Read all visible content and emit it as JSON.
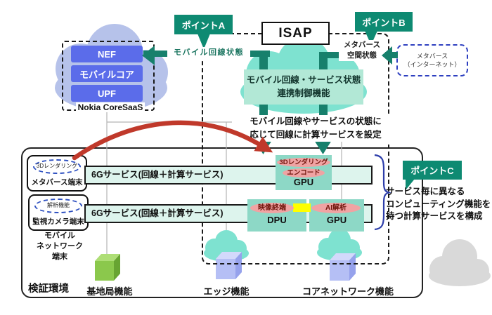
{
  "point_labels": {
    "a": "ポイントA",
    "b": "ポイントB",
    "c": "ポイントC"
  },
  "isap_label": "ISAP",
  "nokia_cloud": {
    "boxes": [
      "NEF",
      "モバイルコア",
      "UPF"
    ],
    "caption": "Nokia CoreSaaS"
  },
  "status_links": {
    "mobile_line": "モバイル回線状態",
    "metaverse_space_line1": "メタバース",
    "metaverse_space_line2": "空間状態"
  },
  "metaverse_internet": {
    "line1": "メタバース",
    "line2": "（インターネット）"
  },
  "control_function": {
    "line1": "モバイル回線・サービス状態",
    "line2": "連携制御機能"
  },
  "instruction": {
    "line1": "モバイル回線やサービスの状態に",
    "line2": "応じて回線に計算サービスを設定"
  },
  "point_c_note": {
    "line1": "サービス毎に異なる",
    "line2": "コンピューティング機能を",
    "line3": "持つ計算サービスを構成"
  },
  "terminals": {
    "metaverse": {
      "function": "3Dレンダリング",
      "name": "メタバース端末"
    },
    "camera": {
      "function": "解析機能",
      "name": "監視カメラ端末"
    },
    "group_label": {
      "line1": "モバイル",
      "line2": "ネットワーク",
      "line3": "端末"
    }
  },
  "services": {
    "row1": "6Gサービス(回線＋計算サービス)",
    "row2": "6Gサービス(回線＋計算サービス)"
  },
  "compute_nodes": {
    "render": {
      "func_top": "3Dレンダリング",
      "func_mid": "エンコード",
      "hw": "GPU"
    },
    "video": {
      "func": "映像終端",
      "hw": "DPU"
    },
    "ai": {
      "func": "AI解析",
      "hw": "GPU"
    }
  },
  "infrastructure": {
    "base_station": "基地局機能",
    "edge": "エッジ機能",
    "core": "コアネットワーク機能"
  },
  "environment_label": "検証環境",
  "colors": {
    "point_green": "#0e8a72",
    "link_teal": "#17806c",
    "cloud_teal": "#7ee2d0",
    "control_box_green": "#b2e8d6",
    "compute_teal": "#8dd8c6",
    "service_band": "#ddf4ed",
    "function_pink": "#f0a3a3",
    "nokia_cloud_blue": "#b6c2ea",
    "nf_box_blue": "#5b6cea",
    "metaverse_border_blue": "#2d3fc0",
    "red_arrow": "#c0392b",
    "brace_blue": "#2c3daa",
    "cube_green": "#8bc84c",
    "cube_blue": "#b5bff5",
    "gray_cloud": "#d9d9d9",
    "yellow_link": "#ffff00"
  }
}
